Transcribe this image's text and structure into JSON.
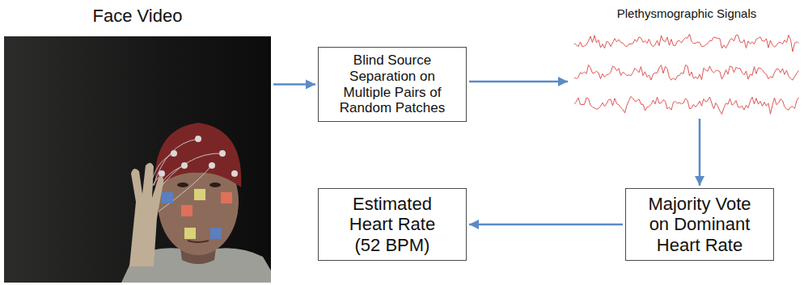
{
  "diagram": {
    "nodes": [
      {
        "text": [
          "Face Video"
        ]
      },
      {
        "text": [
          "Blind Source Separation on Multiple Pairs of Random Patches"
        ]
      },
      {
        "text": [
          "Plethysmographic Signals"
        ]
      },
      {
        "text": [
          "Estimated Heart Rate (52 BPM)"
        ]
      },
      {
        "text": [
          "Majority Vote on Dominant Heart Rate"
        ]
      }
    ],
    "edges": [
      {
        "from": 0,
        "to": 1,
        "arrow": "to"
      },
      {
        "from": 1,
        "to": 2,
        "arrow": "to"
      },
      {
        "from": 2,
        "to": 4,
        "arrow": "to"
      },
      {
        "from": 4,
        "to": 3,
        "arrow": "to"
      }
    ]
  }
}
